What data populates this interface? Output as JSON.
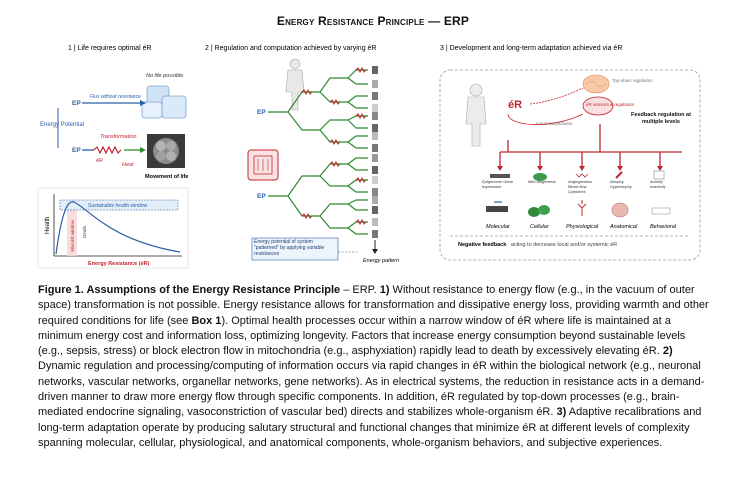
{
  "title": "Energy Resistance Principle — ERP",
  "panel1": {
    "heading": "1 | Life requires optimal éR",
    "no_life_label": "No life possible",
    "ep_label": "EP",
    "flux_label": "Flux without resistance",
    "energy_potential_label": "Energy Potential",
    "transformation_label": "Transformation",
    "er_label": "éR",
    "heat_label": "Heat",
    "movement_label": "Movement of life",
    "chart_y_label": "Health",
    "chart_x_label": "Energy Resistance (éR)",
    "window_label": "Sustainable health window",
    "vital_label": "Vital éR window",
    "death_label": "Death"
  },
  "panel2": {
    "heading": "2 | Regulation and computation achieved by varying éR",
    "ep_top": "EP",
    "ep_bottom": "EP",
    "legend_text": "Energy potential of system \"patterned\" by applying variable resistances",
    "pattern_label": "Energy pattern"
  },
  "panel3": {
    "heading": "3 | Development and long-term adaptation achieved via éR",
    "top_down_label": "Top-down regulation",
    "er_label": "éR",
    "sensors_label": "éR sensors & regulators",
    "local_label": "Local computation",
    "feedback_label": "Feedback regulation at multiple levels",
    "level_labels": [
      "Molecular",
      "Cellular",
      "Physiological",
      "Anatomical",
      "Behavioral"
    ],
    "sub_labels": [
      "Epigenome Gene expression",
      "Mito biogenesis",
      "Angiogenesis Blood flow Cytokines",
      "Atrophy Hypertrophy",
      "Activity Inactivity"
    ],
    "negative_feedback": "Negative feedback",
    "negative_feedback_rest": "acting to decrease local and/or systemic éR"
  },
  "caption": {
    "label": "Figure 1. Assumptions of the Energy Resistance Principle",
    "text_1": " – ERP. ",
    "n1": "1)",
    "text_2": " Without resistance to energy flow (e.g., in the vacuum of outer space) transformation is not possible. Energy resistance allows for transformation and dissipative energy loss, providing warmth and other required conditions for life (see ",
    "box": "Box 1",
    "text_3": "). Optimal health processes occur within a narrow window of éR where life is maintained at a minimum energy cost and information loss, optimizing longevity. Factors that increase energy consumption beyond sustainable levels (e.g., sepsis, stress) or block electron flow in mitochondria (e.g., asphyxiation) rapidly lead to death by excessively elevating éR. ",
    "n2": "2)",
    "text_4": " Dynamic regulation and processing/computing of information occurs via rapid changes in éR within the biological network (e.g., neuronal networks, vascular networks, organellar networks, gene networks). As in electrical systems, the reduction in resistance acts in a demand-driven manner to draw more energy flow through specific components. In addition, éR regulated by top-down processes (e.g., brain-mediated endocrine signaling, vasoconstriction of vascular bed) directs and stabilizes whole-organism éR. ",
    "n3": "3)",
    "text_5": " Adaptive recalibrations and long-term adaptation operate by producing salutary structural and functional changes that minimize éR at different levels of complexity spanning molecular, cellular, physiological, and anatomical components, whole-organism behaviors, and subjective experiences."
  },
  "colors": {
    "blue": "#2b5fa8",
    "red": "#c0262d",
    "green": "#2e8b2e",
    "dark": "#222222"
  }
}
